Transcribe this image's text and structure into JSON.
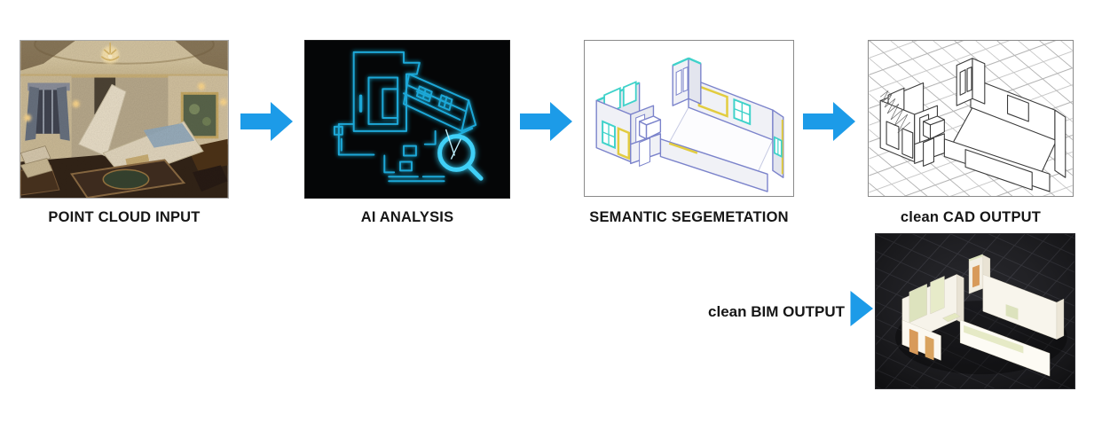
{
  "title_hidden": "",
  "colors": {
    "accent": "#1C9BE8",
    "ai_wire": "#1FA8D8",
    "ai_glow": "#3FD0F7",
    "seg_edge": "#7B83CB",
    "seg_window_cyan": "#3FD2CA",
    "seg_door_yellow": "#E2CC3F",
    "bim_door_orange": "#D89A5A",
    "bim_panel_green": "#DDE3BE",
    "label_text": "#161616"
  },
  "steps": [
    {
      "id": "point-cloud-input",
      "label": "POINT CLOUD INPUT",
      "media": "room-point-cloud-photo"
    },
    {
      "id": "ai-analysis",
      "label": "AI ANALYSIS",
      "media": "glowing-cyan-floorplan-wireframe"
    },
    {
      "id": "semantic-segmentation",
      "label": "SEMANTIC SEGEMETATION",
      "media": "colored-3d-floorplan"
    },
    {
      "id": "cad-output",
      "label": "clean CAD OUTPUT",
      "media": "cad-wireframe-on-grid"
    },
    {
      "id": "bim-output",
      "label": "clean BIM OUTPUT",
      "media": "bim-3d-model-dark"
    }
  ],
  "icons": [
    {
      "name": "arrow-right-icon",
      "glyph": "filled right arrow"
    },
    {
      "name": "arrow-triangle-icon",
      "glyph": "filled right triangle"
    },
    {
      "name": "magnifier-icon",
      "glyph": "magnifying glass"
    }
  ]
}
